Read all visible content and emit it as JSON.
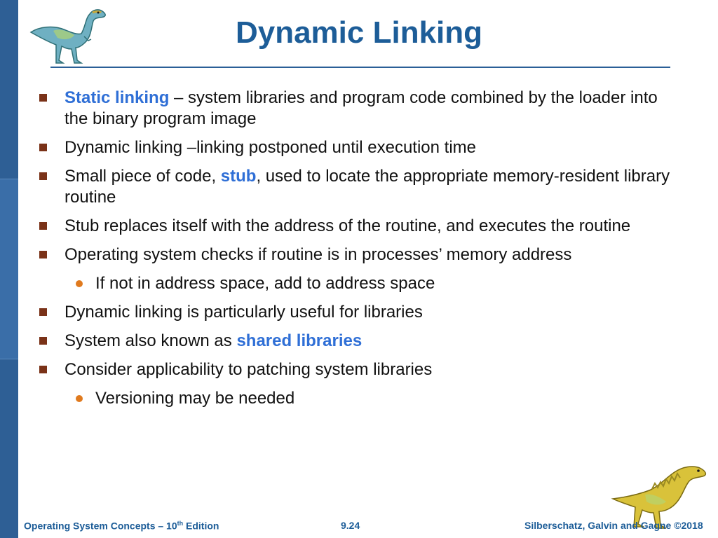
{
  "slide": {
    "title": "Dynamic Linking",
    "bullets": [
      {
        "level": 1,
        "parts": [
          {
            "text": "Static linking",
            "highlight": true
          },
          {
            "text": " – system libraries and program code combined by the loader into the binary program image"
          }
        ]
      },
      {
        "level": 1,
        "parts": [
          {
            "text": "Dynamic linking –linking postponed until execution time"
          }
        ]
      },
      {
        "level": 1,
        "parts": [
          {
            "text": "Small piece of code, "
          },
          {
            "text": "stub",
            "highlight": true
          },
          {
            "text": ", used to locate the appropriate memory-resident library routine"
          }
        ]
      },
      {
        "level": 1,
        "parts": [
          {
            "text": "Stub replaces itself with the address of the routine, and executes the routine"
          }
        ]
      },
      {
        "level": 1,
        "parts": [
          {
            "text": "Operating system checks if routine is in processes’ memory address"
          }
        ]
      },
      {
        "level": 2,
        "parts": [
          {
            "text": "If not in address space, add to address space"
          }
        ]
      },
      {
        "level": 1,
        "parts": [
          {
            "text": "Dynamic linking is particularly useful for libraries"
          }
        ]
      },
      {
        "level": 1,
        "parts": [
          {
            "text": "System also known as "
          },
          {
            "text": "shared libraries",
            "highlight": true
          }
        ]
      },
      {
        "level": 1,
        "parts": [
          {
            "text": "Consider applicability to patching system libraries"
          }
        ]
      },
      {
        "level": 2,
        "parts": [
          {
            "text": "Versioning may be needed"
          }
        ]
      }
    ]
  },
  "footer": {
    "book_prefix": "Operating System Concepts – 10",
    "book_sup": "th",
    "book_suffix": " Edition",
    "page": "9.24",
    "copyright": "Silberschatz, Galvin and Gagne ©2018"
  },
  "colors": {
    "title": "#1d5d98",
    "highlight": "#2f6fd6",
    "bullet_marker": "#7a3218",
    "sub_marker": "#e07a1e",
    "band": "#2e5f95"
  },
  "icons": {
    "top_left": "dinosaur-icon",
    "bottom_right": "dinosaur-icon"
  }
}
